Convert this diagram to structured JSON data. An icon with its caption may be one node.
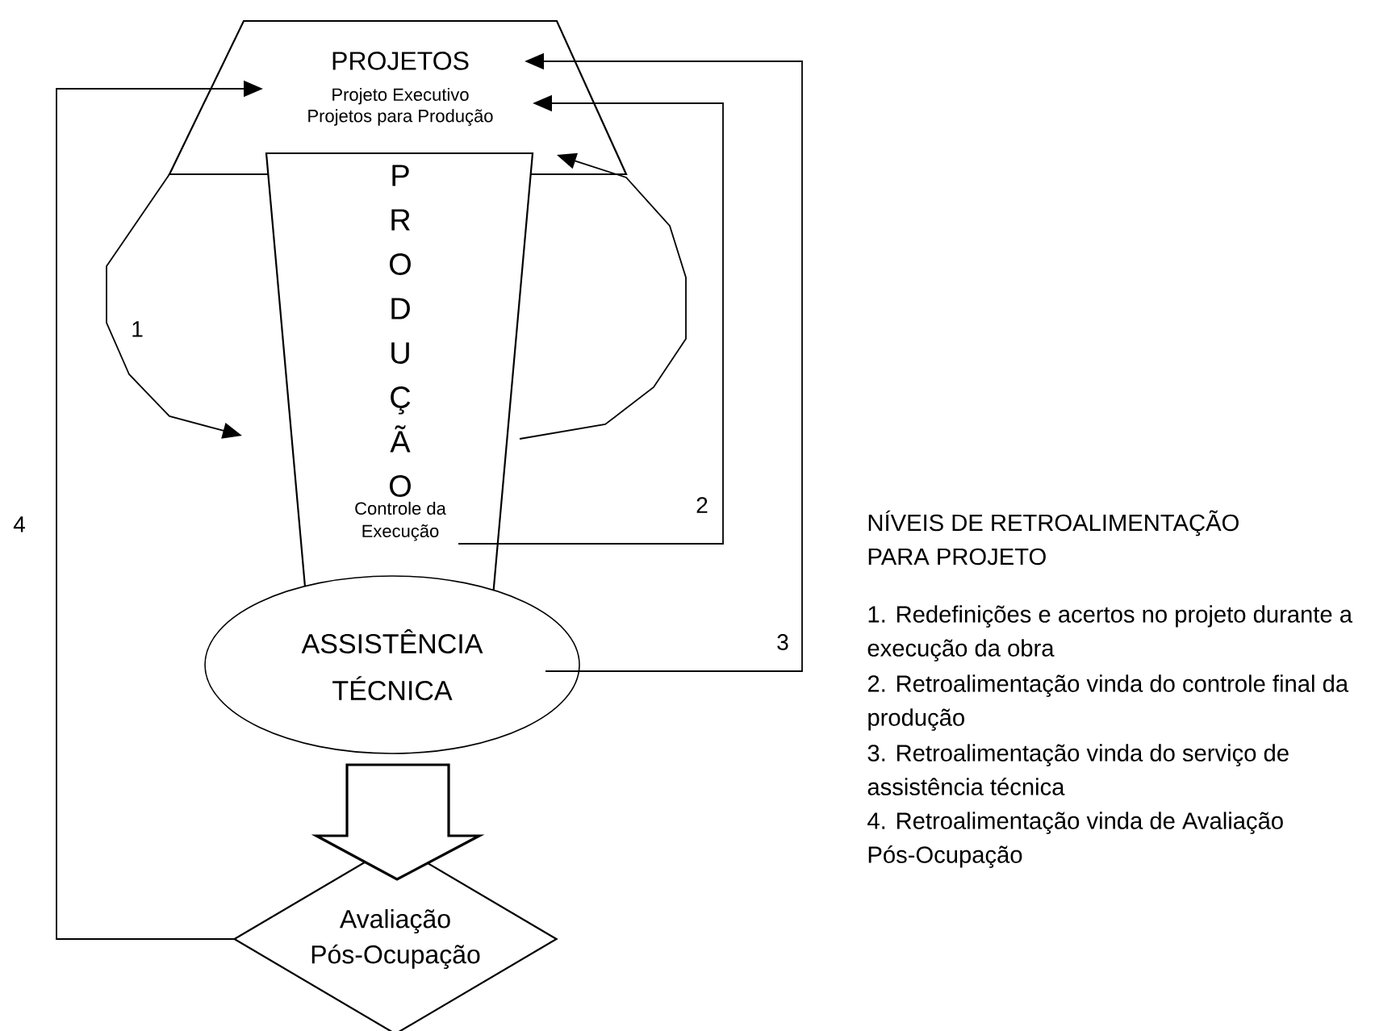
{
  "diagram": {
    "nodes": [
      {
        "text": [
          "PROJETOS",
          "Projeto Executivo Projetos para Produção"
        ]
      },
      {
        "text": [
          "PRODUÇÃO",
          "Controle da Execução"
        ]
      },
      {
        "text": [
          "ASSISTÊNCIA TÉCNICA"
        ]
      },
      {
        "text": [
          "Avaliação Pós-Ocupação"
        ]
      }
    ],
    "edges": [
      {
        "from": 0,
        "to": 1,
        "arrow": "to",
        "label": "1"
      },
      {
        "from": 1,
        "to": 0,
        "arrow": "to"
      },
      {
        "from": 1,
        "to": 0,
        "arrow": "to",
        "label": "2"
      },
      {
        "from": 2,
        "to": 0,
        "arrow": "to",
        "label": "3"
      },
      {
        "from": 3,
        "to": 0,
        "arrow": "to",
        "label": "4"
      },
      {
        "from": 2,
        "to": 3,
        "arrow": "to",
        "style": "thick"
      }
    ],
    "labels": [
      "NÍVEIS DE RETROALIMENTAÇÃO PARA PROJETO",
      "1. Redefinições e acertos no projeto durante a execução da obra",
      "2. Retroalimentação vinda do controle final da produção",
      "3. Retroalimentação vinda do serviço de assistência técnica",
      "4. Retroalimentação vinda de Avaliação Pós-Ocupação"
    ]
  }
}
